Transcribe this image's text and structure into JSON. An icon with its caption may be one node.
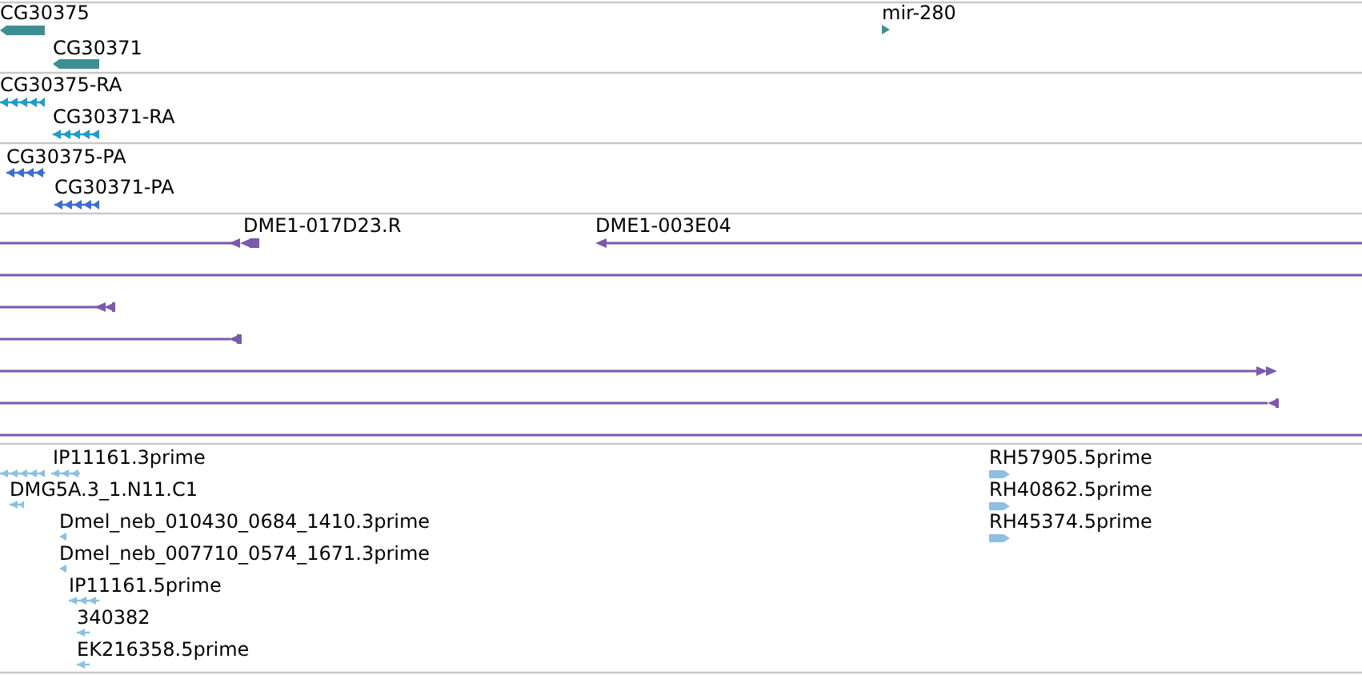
{
  "diagram": {
    "labels": [
      "CG30375",
      "mir-280",
      "CG30371",
      "CG30375-RA",
      "CG30371-RA",
      "CG30375-PA",
      "CG30371-PA",
      "DME1-017D23.R",
      "DME1-003E04",
      "IP11161.3prime",
      "RH57905.5prime",
      "DMG5A.3_1.N11.C1",
      "RH40862.5prime",
      "Dmel_neb_010430_0684_1410.3prime",
      "RH45374.5prime",
      "Dmel_neb_007710_0574_1671.3prime",
      "IP11161.5prime",
      "340382",
      "EK216358.5prime"
    ]
  }
}
